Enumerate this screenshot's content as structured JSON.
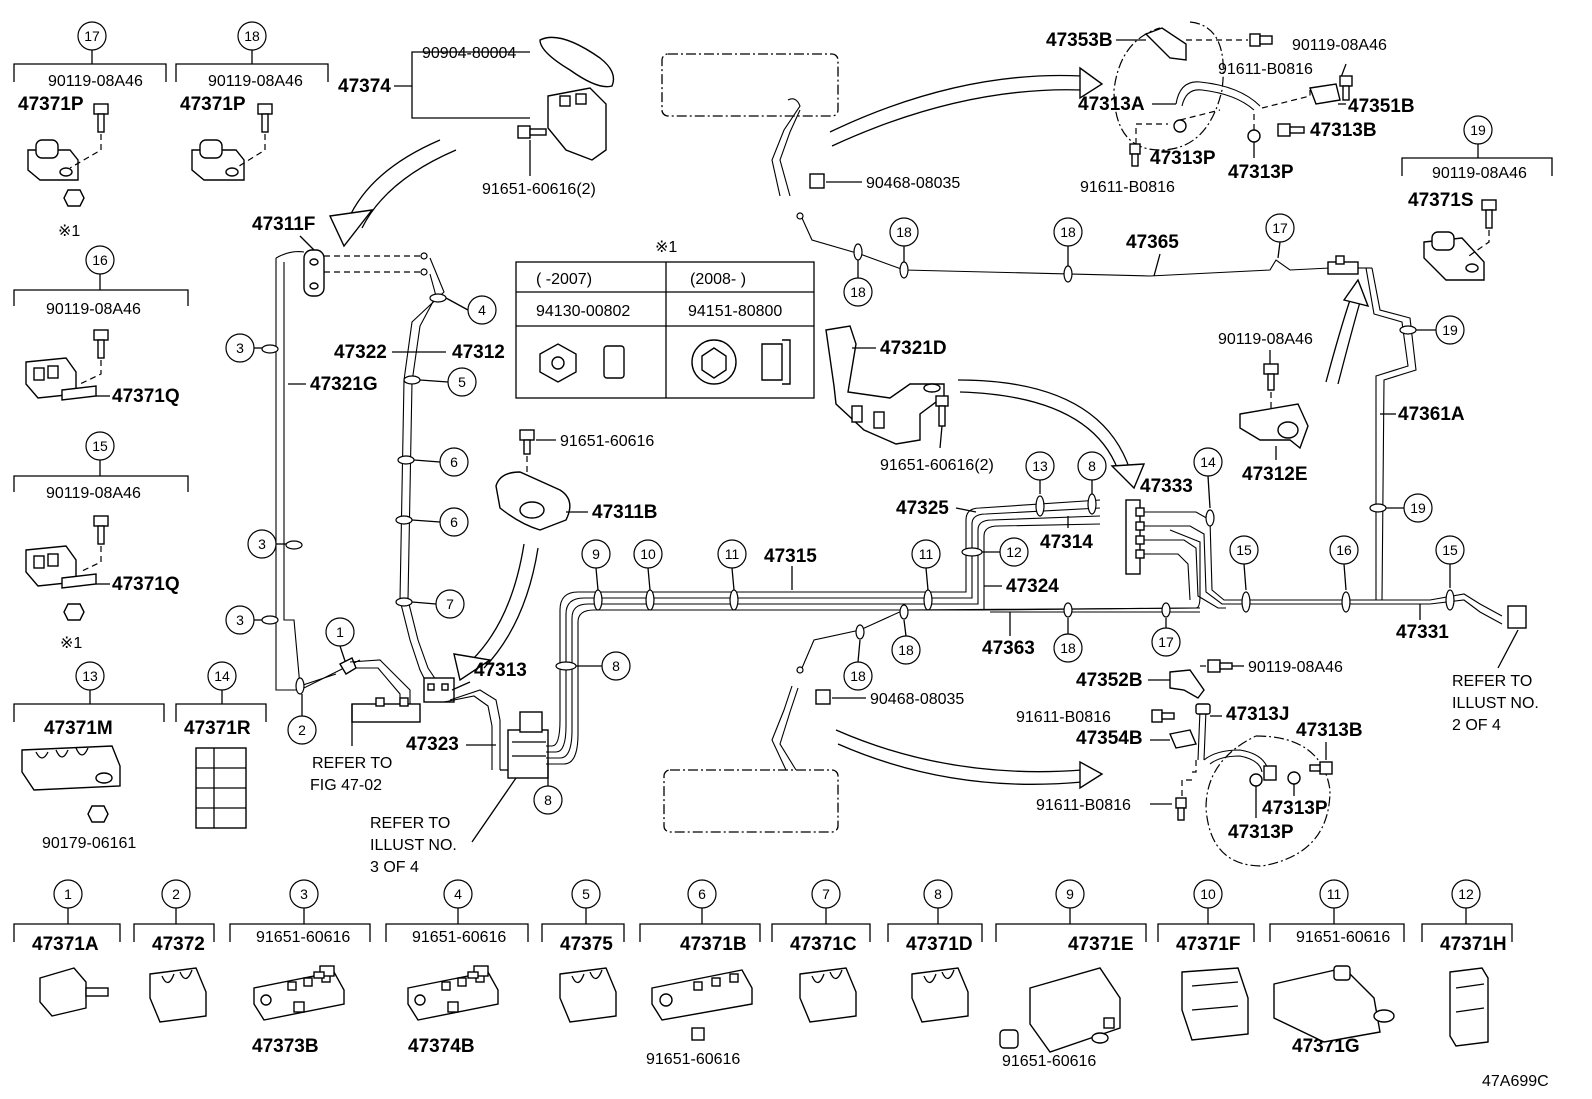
{
  "diagram_code": "47A699C",
  "main_parts": {
    "p47374": "47374",
    "p90904_80004": "90904-80004",
    "p91651_60616_2_top": "91651-60616(2)",
    "p47311F": "47311F",
    "p47322": "47322",
    "p47312": "47312",
    "p47321G": "47321G",
    "p91651_60616": "91651-60616",
    "p47311B": "47311B",
    "p47313": "47313",
    "p47323": "47323",
    "p47315": "47315",
    "p47324": "47324",
    "p47325": "47325",
    "p47314": "47314",
    "p47333": "47333",
    "p47363": "47363",
    "p47331": "47331",
    "p47365": "47365",
    "p47321D": "47321D",
    "p91651_60616_2_mid": "91651-60616(2)",
    "p90468_08035_top": "90468-08035",
    "p90468_08035_bot": "90468-08035",
    "p47353B": "47353B",
    "p90119_08A46_tr": "90119-08A46",
    "p91611_B0816_a": "91611-B0816",
    "p47313A": "47313A",
    "p47351B": "47351B",
    "p47313B_top": "47313B",
    "p47313P_a": "47313P",
    "p47313P_b": "47313P",
    "p91611_B0816_b": "91611-B0816",
    "p90119_08A46_r": "90119-08A46",
    "p47312E": "47312E",
    "p47361A": "47361A",
    "p47352B": "47352B",
    "p90119_08A46_br": "90119-08A46",
    "p91611_B0816_c": "91611-B0816",
    "p47313J": "47313J",
    "p47354B": "47354B",
    "p47313B_bot": "47313B",
    "p91611_B0816_d": "91611-B0816",
    "p47313P_c": "47313P",
    "p47313P_d": "47313P"
  },
  "references": {
    "fig_47_02": [
      "REFER TO",
      "FIG 47-02"
    ],
    "illust_3": [
      "REFER TO",
      "ILLUST NO.",
      "3 OF 4"
    ],
    "illust_2": [
      "REFER TO",
      "ILLUST NO.",
      "2 OF 4"
    ]
  },
  "note_table": {
    "marker": "※1",
    "header_left": "(      -2007)",
    "header_right": "(2008-      )",
    "part_left": "94130-00802",
    "part_right": "94151-80800"
  },
  "left_groups": {
    "g17": {
      "num": "17",
      "bolt": "90119-08A46",
      "part": "47371P",
      "note": "※1"
    },
    "g18": {
      "num": "18",
      "bolt": "90119-08A46",
      "part": "47371P"
    },
    "g16": {
      "num": "16",
      "bolt": "90119-08A46",
      "part": "47371Q"
    },
    "g15": {
      "num": "15",
      "bolt": "90119-08A46",
      "part": "47371Q",
      "note": "※1"
    },
    "g13": {
      "num": "13",
      "part": "47371M",
      "nut": "90179-06161"
    },
    "g14": {
      "num": "14",
      "part": "47371R"
    },
    "g19": {
      "num": "19",
      "bolt": "90119-08A46",
      "part": "47371S"
    }
  },
  "bottom_groups": [
    {
      "num": "1",
      "part": "47371A"
    },
    {
      "num": "2",
      "part": "47372"
    },
    {
      "num": "3",
      "bolt": "91651-60616",
      "part": "47373B"
    },
    {
      "num": "4",
      "bolt": "91651-60616",
      "part": "47374B"
    },
    {
      "num": "5",
      "part": "47375"
    },
    {
      "num": "6",
      "part": "47371B",
      "bolt": "91651-60616"
    },
    {
      "num": "7",
      "part": "47371C"
    },
    {
      "num": "8",
      "part": "47371D"
    },
    {
      "num": "9",
      "part": "47371E",
      "bolt": "91651-60616"
    },
    {
      "num": "10",
      "part": "47371F"
    },
    {
      "num": "11",
      "bolt": "91651-60616",
      "part": "47371G"
    },
    {
      "num": "12",
      "part": "47371H"
    }
  ],
  "callouts": {
    "c1": "1",
    "c2": "2",
    "c3a": "3",
    "c3b": "3",
    "c3c": "3",
    "c4": "4",
    "c5": "5",
    "c6a": "6",
    "c6b": "6",
    "c7": "7",
    "c8a": "8",
    "c8b": "8",
    "c8c": "8",
    "c9": "9",
    "c10": "10",
    "c11a": "11",
    "c11b": "11",
    "c12": "12",
    "c13": "13",
    "c14": "14",
    "c15a": "15",
    "c15b": "15",
    "c16": "16",
    "c17a": "17",
    "c17b": "17",
    "c18a": "18",
    "c18b": "18",
    "c18c": "18",
    "c18d": "18",
    "c18e": "18",
    "c19a": "19",
    "c19b": "19"
  }
}
